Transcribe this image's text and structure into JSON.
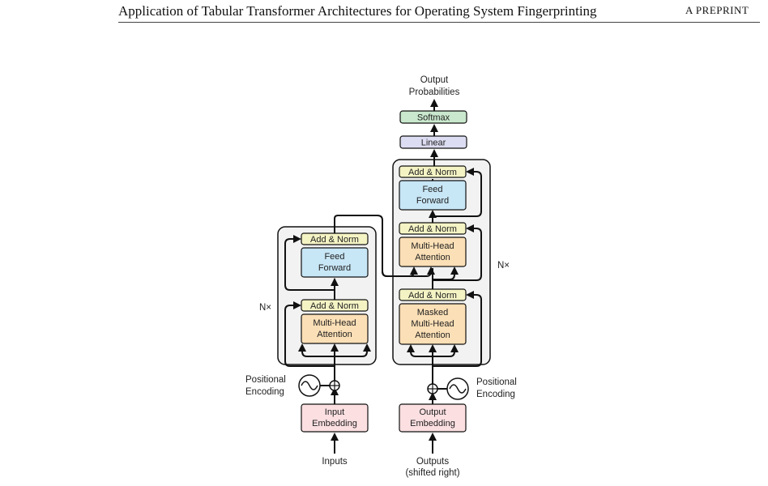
{
  "header": {
    "title": "Application of Tabular Transformer Architectures for Operating System Fingerprinting",
    "tag": "A PREPRINT"
  },
  "diagram": {
    "output_probabilities": [
      "Output",
      "Probabilities"
    ],
    "softmax": "Softmax",
    "linear": "Linear",
    "add_norm": "Add & Norm",
    "feed_forward": [
      "Feed",
      "Forward"
    ],
    "multi_head_attention": [
      "Multi-Head",
      "Attention"
    ],
    "masked_multi_head_attention": [
      "Masked",
      "Multi-Head",
      "Attention"
    ],
    "nx": "N×",
    "positional_encoding": [
      "Positional",
      "Encoding"
    ],
    "input_embedding": [
      "Input",
      "Embedding"
    ],
    "output_embedding": [
      "Output",
      "Embedding"
    ],
    "inputs": "Inputs",
    "outputs": [
      "Outputs",
      "(shifted right)"
    ],
    "colors": {
      "add_norm": "#f4f3c4",
      "feed_forward": "#c7e6f6",
      "attention": "#fbdfb6",
      "embedding": "#fbdfe1",
      "linear": "#dcdcf2",
      "softmax": "#c9e8cd",
      "block_bg": "#f2f2f2"
    }
  }
}
